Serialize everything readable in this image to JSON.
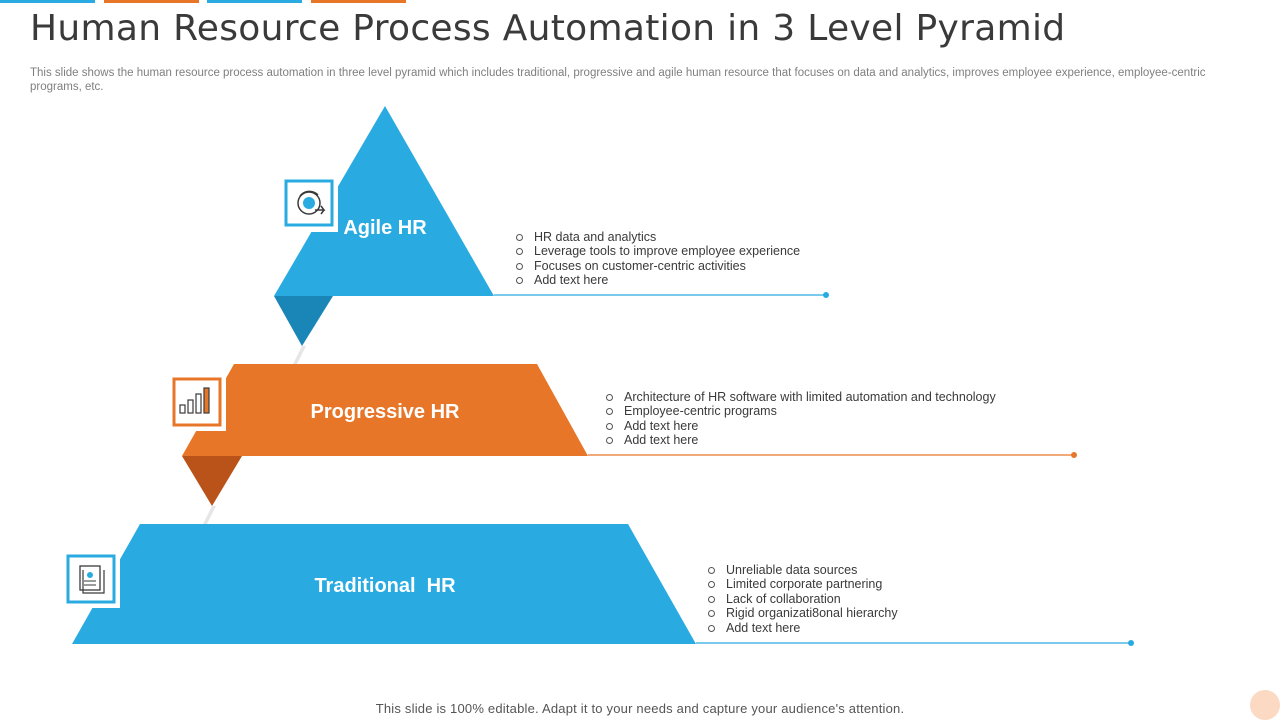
{
  "header": {
    "title": "Human Resource Process Automation in 3 Level Pyramid",
    "subtitle": "This slide shows the human resource process automation in three level pyramid which includes traditional, progressive and agile human resource that focuses on data and analytics, improves employee experience, employee-centric programs, etc."
  },
  "colors": {
    "blue": "#29abe2",
    "blue_dark": "#1a86b8",
    "orange": "#e87628",
    "orange_dark": "#b9531a",
    "text": "#3a3a3a",
    "muted": "#7f7f7f"
  },
  "levels": [
    {
      "label": "Agile HR",
      "icon": "circular-arrows-icon",
      "bullets": [
        "HR data and analytics",
        "Leverage tools to improve employee experience",
        "Focuses on customer-centric activities",
        "Add text here"
      ]
    },
    {
      "label": "Progressive HR",
      "icon": "bar-chart-icon",
      "bullets": [
        "Architecture of HR software with limited automation and technology",
        "Employee-centric programs",
        "Add text here",
        "Add text here"
      ]
    },
    {
      "label": "Traditional  HR",
      "icon": "document-icon",
      "bullets": [
        "Unreliable data sources",
        "Limited corporate partnering",
        "Lack of collaboration",
        "Rigid organizati8onal hierarchy",
        "Add text here"
      ]
    }
  ],
  "footer": {
    "text": "This slide is 100% editable. Adapt it to your needs and capture your audience's attention."
  }
}
